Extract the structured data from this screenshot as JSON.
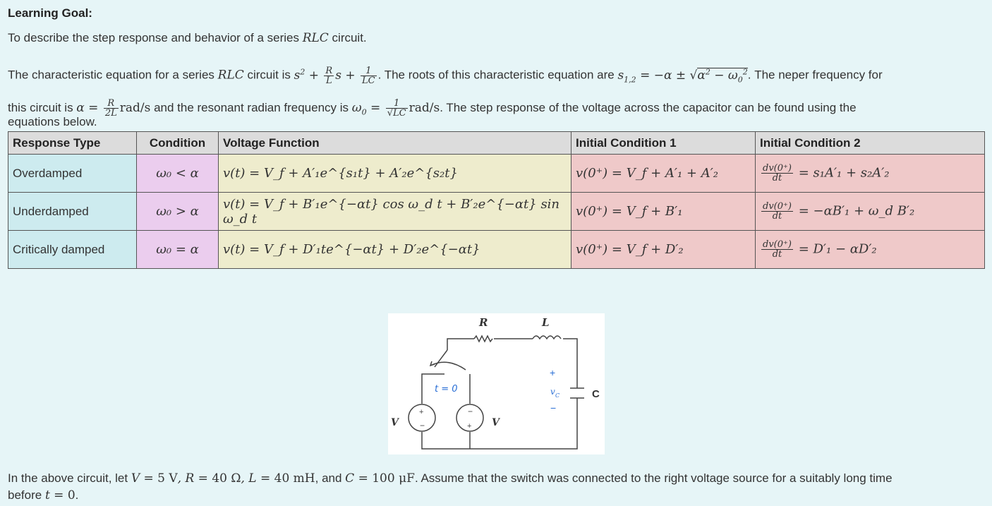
{
  "goal": {
    "title": "Learning Goal:",
    "text_prefix": "To describe the step response and behavior of a series ",
    "text_var": "RLC",
    "text_suffix": " circuit."
  },
  "intro": {
    "a": "The characteristic equation for a series ",
    "var": "RLC",
    "b": " circuit is ",
    "c": ". The roots of this characteristic equation are ",
    "d": ". The neper frequency for",
    "e": "this circuit is ",
    "f": " and the resonant radian frequency is ",
    "g": ". The step response of the voltage across the capacitor can be found using the",
    "h": "equations below."
  },
  "table": {
    "headers": [
      "Response Type",
      "Condition",
      "Voltage Function",
      "Initial Condition 1",
      "Initial Condition 2"
    ],
    "rows": [
      {
        "type": "Overdamped",
        "cond": "ω₀ < α",
        "vf": "v(t) = V_f + A′₁e^{s₁t} + A′₂e^{s₂t}",
        "ic1": "v(0⁺) = V_f + A′₁ + A′₂",
        "ic2": "= s₁A′₁ + s₂A′₂"
      },
      {
        "type": "Underdamped",
        "cond": "ω₀ > α",
        "vf": "v(t) = V_f + B′₁e^{−αt} cos ω_d t + B′₂e^{−αt} sin ω_d t",
        "ic1": "v(0⁺) = V_f + B′₁",
        "ic2": "= −αB′₁ + ω_d B′₂"
      },
      {
        "type": "Critically damped",
        "cond": "ω₀ = α",
        "vf": "v(t) = V_f + D′₁te^{−αt} + D′₂e^{−αt}",
        "ic1": "v(0⁺) = V_f + D′₂",
        "ic2": "= D′₁ − αD′₂"
      }
    ],
    "deriv_num": "dv(0⁺)",
    "deriv_den": "dt"
  },
  "circuit": {
    "labels": {
      "r": "R",
      "l": "L",
      "c": "C",
      "vl": "V",
      "vr": "V",
      "t0": "t = 0",
      "vc": "v",
      "vc_sub": "C"
    },
    "colors": {
      "wire": "#444444",
      "blue": "#2a6fd6"
    }
  },
  "problem": {
    "a": "In the above circuit, let ",
    "b": ", and ",
    "c": ". Assume that the switch was connected to the right voltage source for a suitably long time",
    "d": "before ",
    "e": "."
  }
}
